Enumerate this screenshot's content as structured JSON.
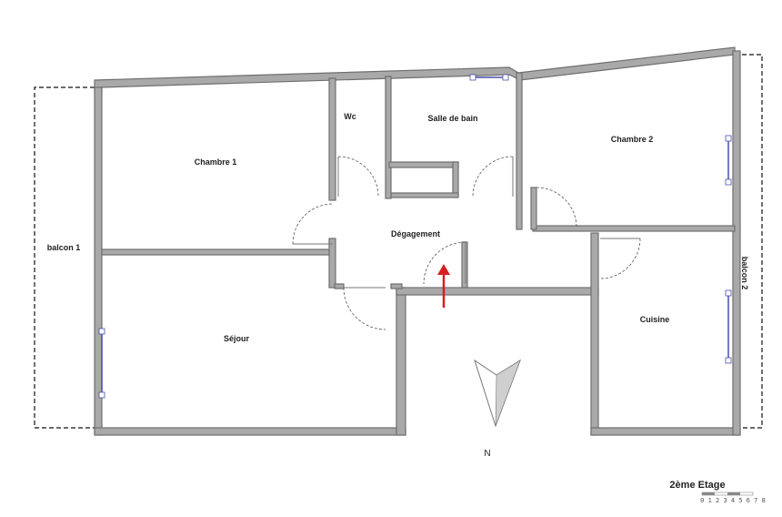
{
  "plan": {
    "rooms": {
      "chambre1": "Chambre 1",
      "wc": "Wc",
      "salle_de_bain": "Salle de bain",
      "chambre2": "Chambre 2",
      "degagement": "Dégagement",
      "sejour": "Séjour",
      "cuisine": "Cuisine"
    },
    "balconies": {
      "left": "balcon 1",
      "right": "balcon 2"
    },
    "compass": {
      "north": "N"
    },
    "floor_label": "2ème Etage",
    "scale_text": "0 1 2 3 4 5 6 7 8",
    "colors": {
      "wall": "#a9a9a9",
      "entrance_arrow": "#d42020",
      "window": "#4a4fa8"
    }
  }
}
